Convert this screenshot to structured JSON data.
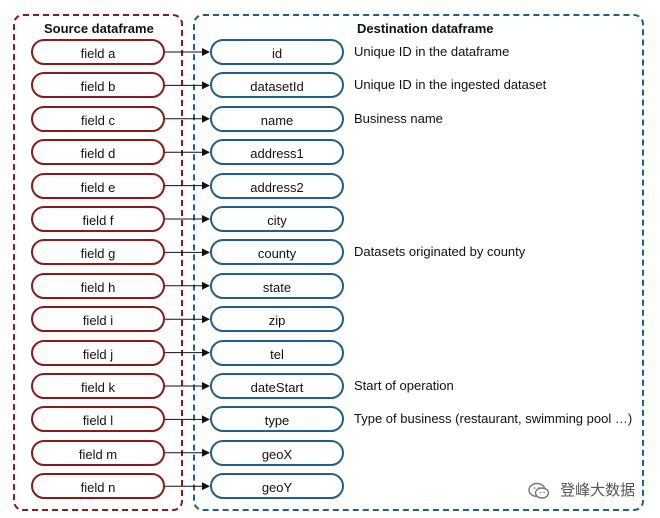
{
  "source": {
    "title": "Source dataframe",
    "fields": [
      "field a",
      "field b",
      "field c",
      "field d",
      "field e",
      "field f",
      "field g",
      "field h",
      "field i",
      "field j",
      "field k",
      "field l",
      "field m",
      "field n"
    ]
  },
  "destination": {
    "title": "Destination dataframe",
    "fields": [
      "id",
      "datasetId",
      "name",
      "address1",
      "address2",
      "city",
      "county",
      "state",
      "zip",
      "tel",
      "dateStart",
      "type",
      "geoX",
      "geoY"
    ],
    "descriptions": [
      "Unique ID in the dataframe",
      "Unique ID in the ingested dataset",
      "Business name",
      "",
      "",
      "",
      "Datasets originated by county",
      "",
      "",
      "",
      "Start of operation",
      "Type of business (restaurant, swimming pool …)",
      "",
      ""
    ]
  },
  "watermark": {
    "text": "登峰大数据",
    "icon": "wechat-icon"
  },
  "colors": {
    "source_border": "#8b1a1a",
    "dest_border": "#1f5f8b"
  }
}
